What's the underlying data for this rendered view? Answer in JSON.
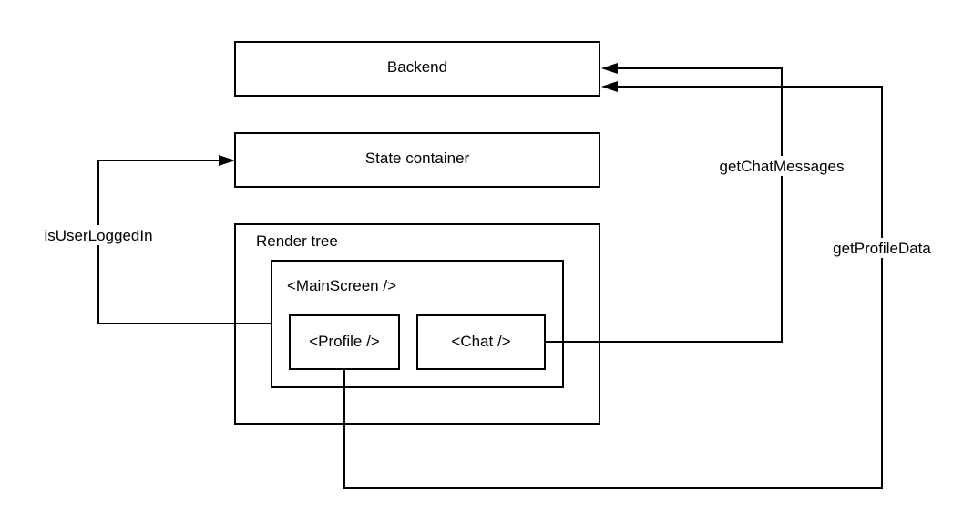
{
  "nodes": {
    "backend": {
      "label": "Backend"
    },
    "state_container": {
      "label": "State container"
    },
    "render_tree": {
      "label": "Render tree"
    },
    "main_screen": {
      "label": "<MainScreen />"
    },
    "profile": {
      "label": "<Profile />"
    },
    "chat": {
      "label": "<Chat />"
    }
  },
  "edges": {
    "is_user_logged_in": {
      "label": "isUserLoggedIn",
      "from": "main_screen",
      "to": "state_container"
    },
    "get_chat_messages": {
      "label": "getChatMessages",
      "from": "chat",
      "to": "backend"
    },
    "get_profile_data": {
      "label": "getProfileData",
      "from": "profile",
      "to": "backend"
    }
  },
  "colors": {
    "stroke": "#000000",
    "background": "#ffffff"
  }
}
